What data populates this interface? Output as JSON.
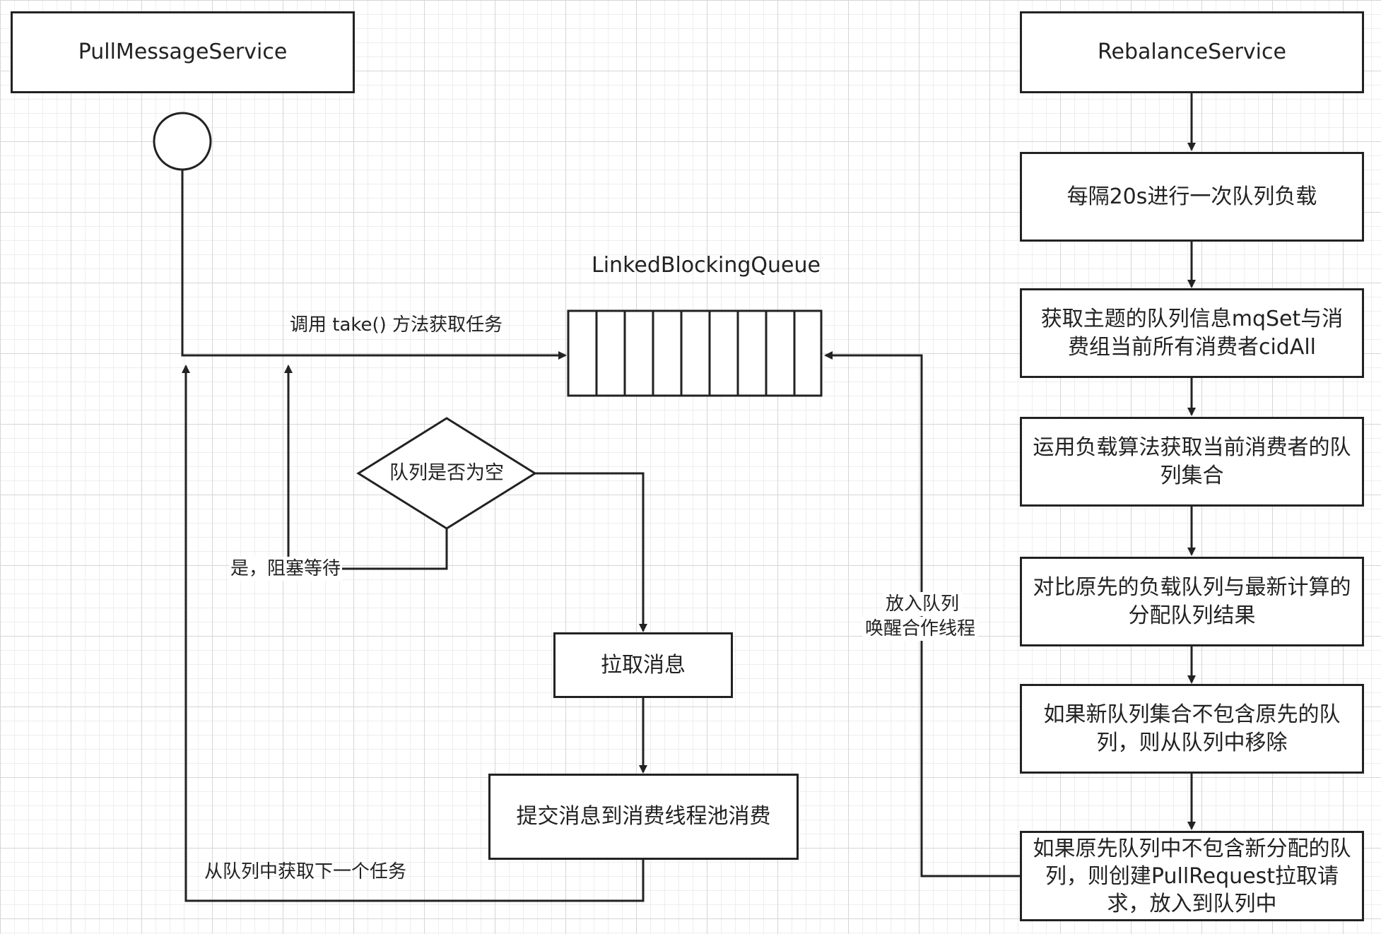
{
  "pull_service": {
    "title": "PullMessageService"
  },
  "rebalance_service": {
    "title": "RebalanceService",
    "steps": [
      "每隔20s进行一次队列负载",
      "获取主题的队列信息mqSet与消费组当前所有消费者cidAll",
      "运用负载算法获取当前消费者的队列集合",
      "对比原先的负载队列与最新计算的分配队列结果",
      "如果新队列集合不包含原先的队列，则从队列中移除",
      "如果原先队列中不包含新分配的队列，则创建PullRequest拉取请求，放入到队列中"
    ]
  },
  "queue": {
    "title": "LinkedBlockingQueue",
    "slots": 9
  },
  "flow": {
    "take_label": "调用 take() 方法获取任务",
    "decision": "队列是否为空",
    "blocked_label": "是，阻塞等待",
    "pull_box": "拉取消息",
    "submit_box": "提交消息到消费线程池消费",
    "next_task_label": "从队列中获取下一个任务",
    "enqueue_label_1": "放入队列",
    "enqueue_label_2": "唤醒合作线程"
  },
  "colors": {
    "stroke": "#222222",
    "grid_major": "#d6d6d6",
    "grid_minor": "#eeeeee"
  }
}
